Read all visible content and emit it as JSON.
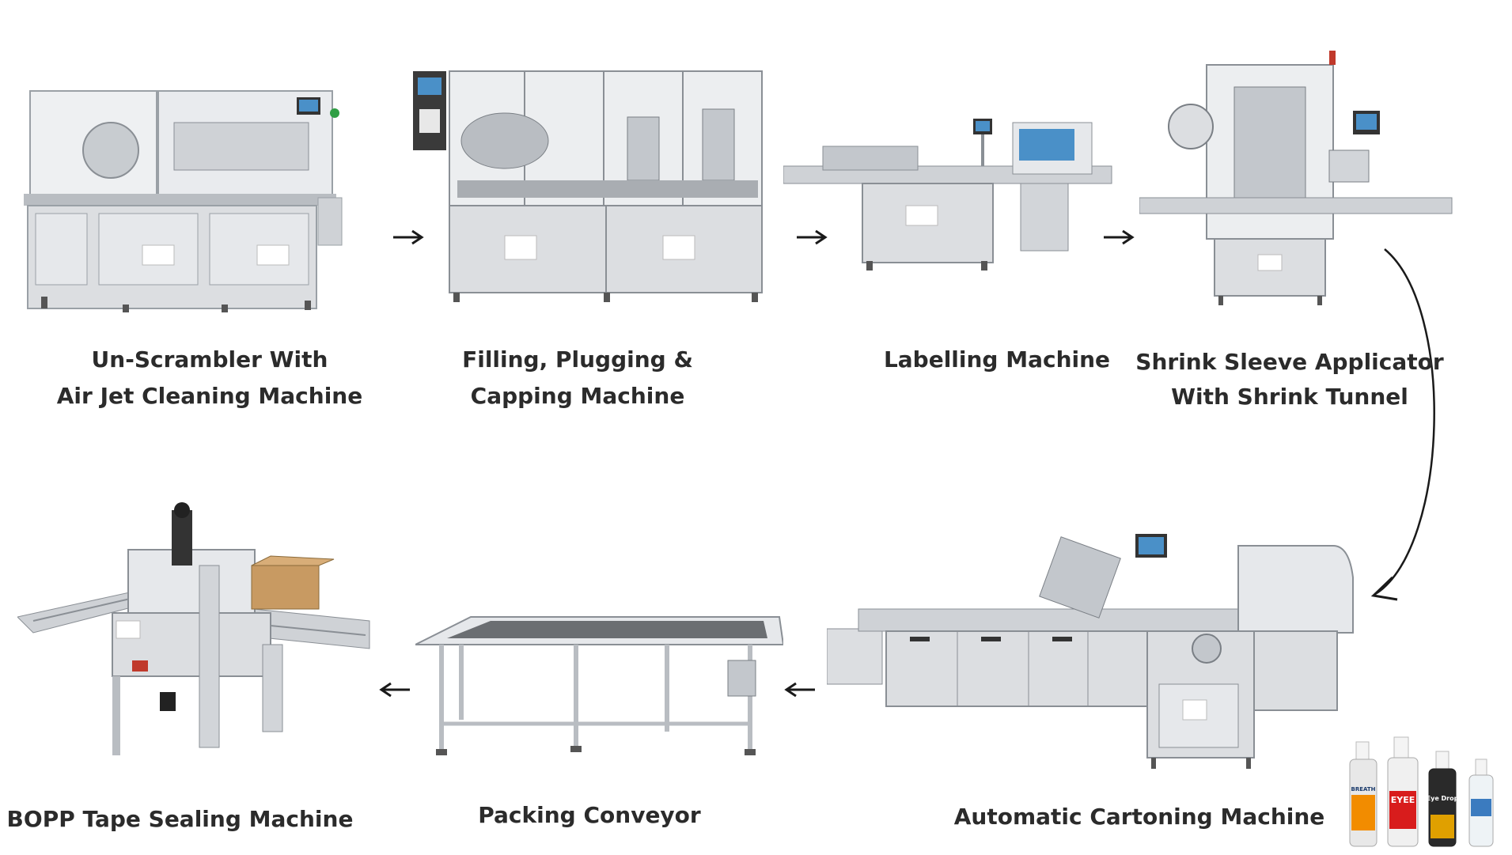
{
  "diagram": {
    "stations": [
      {
        "id": "unscrambler",
        "lines": [
          "Un-Scrambler With",
          "Air Jet Cleaning Machine"
        ]
      },
      {
        "id": "filling",
        "lines": [
          "Filling, Plugging &",
          "Capping Machine"
        ]
      },
      {
        "id": "labelling",
        "lines": [
          "Labelling Machine"
        ]
      },
      {
        "id": "shrink",
        "lines": [
          "Shrink Sleeve  Applicator",
          "With Shrink Tunnel"
        ]
      },
      {
        "id": "cartoning",
        "lines": [
          "Automatic Cartoning Machine"
        ]
      },
      {
        "id": "conveyor",
        "lines": [
          "Packing Conveyor"
        ]
      },
      {
        "id": "bopp",
        "lines": [
          "BOPP Tape Sealing Machine"
        ]
      }
    ],
    "bottles": [
      {
        "text": "BREATH",
        "color": "#e8e8e8",
        "accent": "#f28c00"
      },
      {
        "text": "EYEE",
        "color": "#f0f0f0",
        "accent": "#d81c1c"
      },
      {
        "text": "Eye Drop",
        "color": "#2a2a2a",
        "accent": "#e0a000"
      },
      {
        "text": "",
        "color": "#eef3f6",
        "accent": "#3b7bbf"
      }
    ],
    "colors": {
      "steel": "#d9dbde",
      "steel_dark": "#a9adb2",
      "steel_line": "#8a8f95",
      "text": "#2b2b2b",
      "arrow": "#1a1a1a",
      "box": "#c89a62"
    }
  }
}
